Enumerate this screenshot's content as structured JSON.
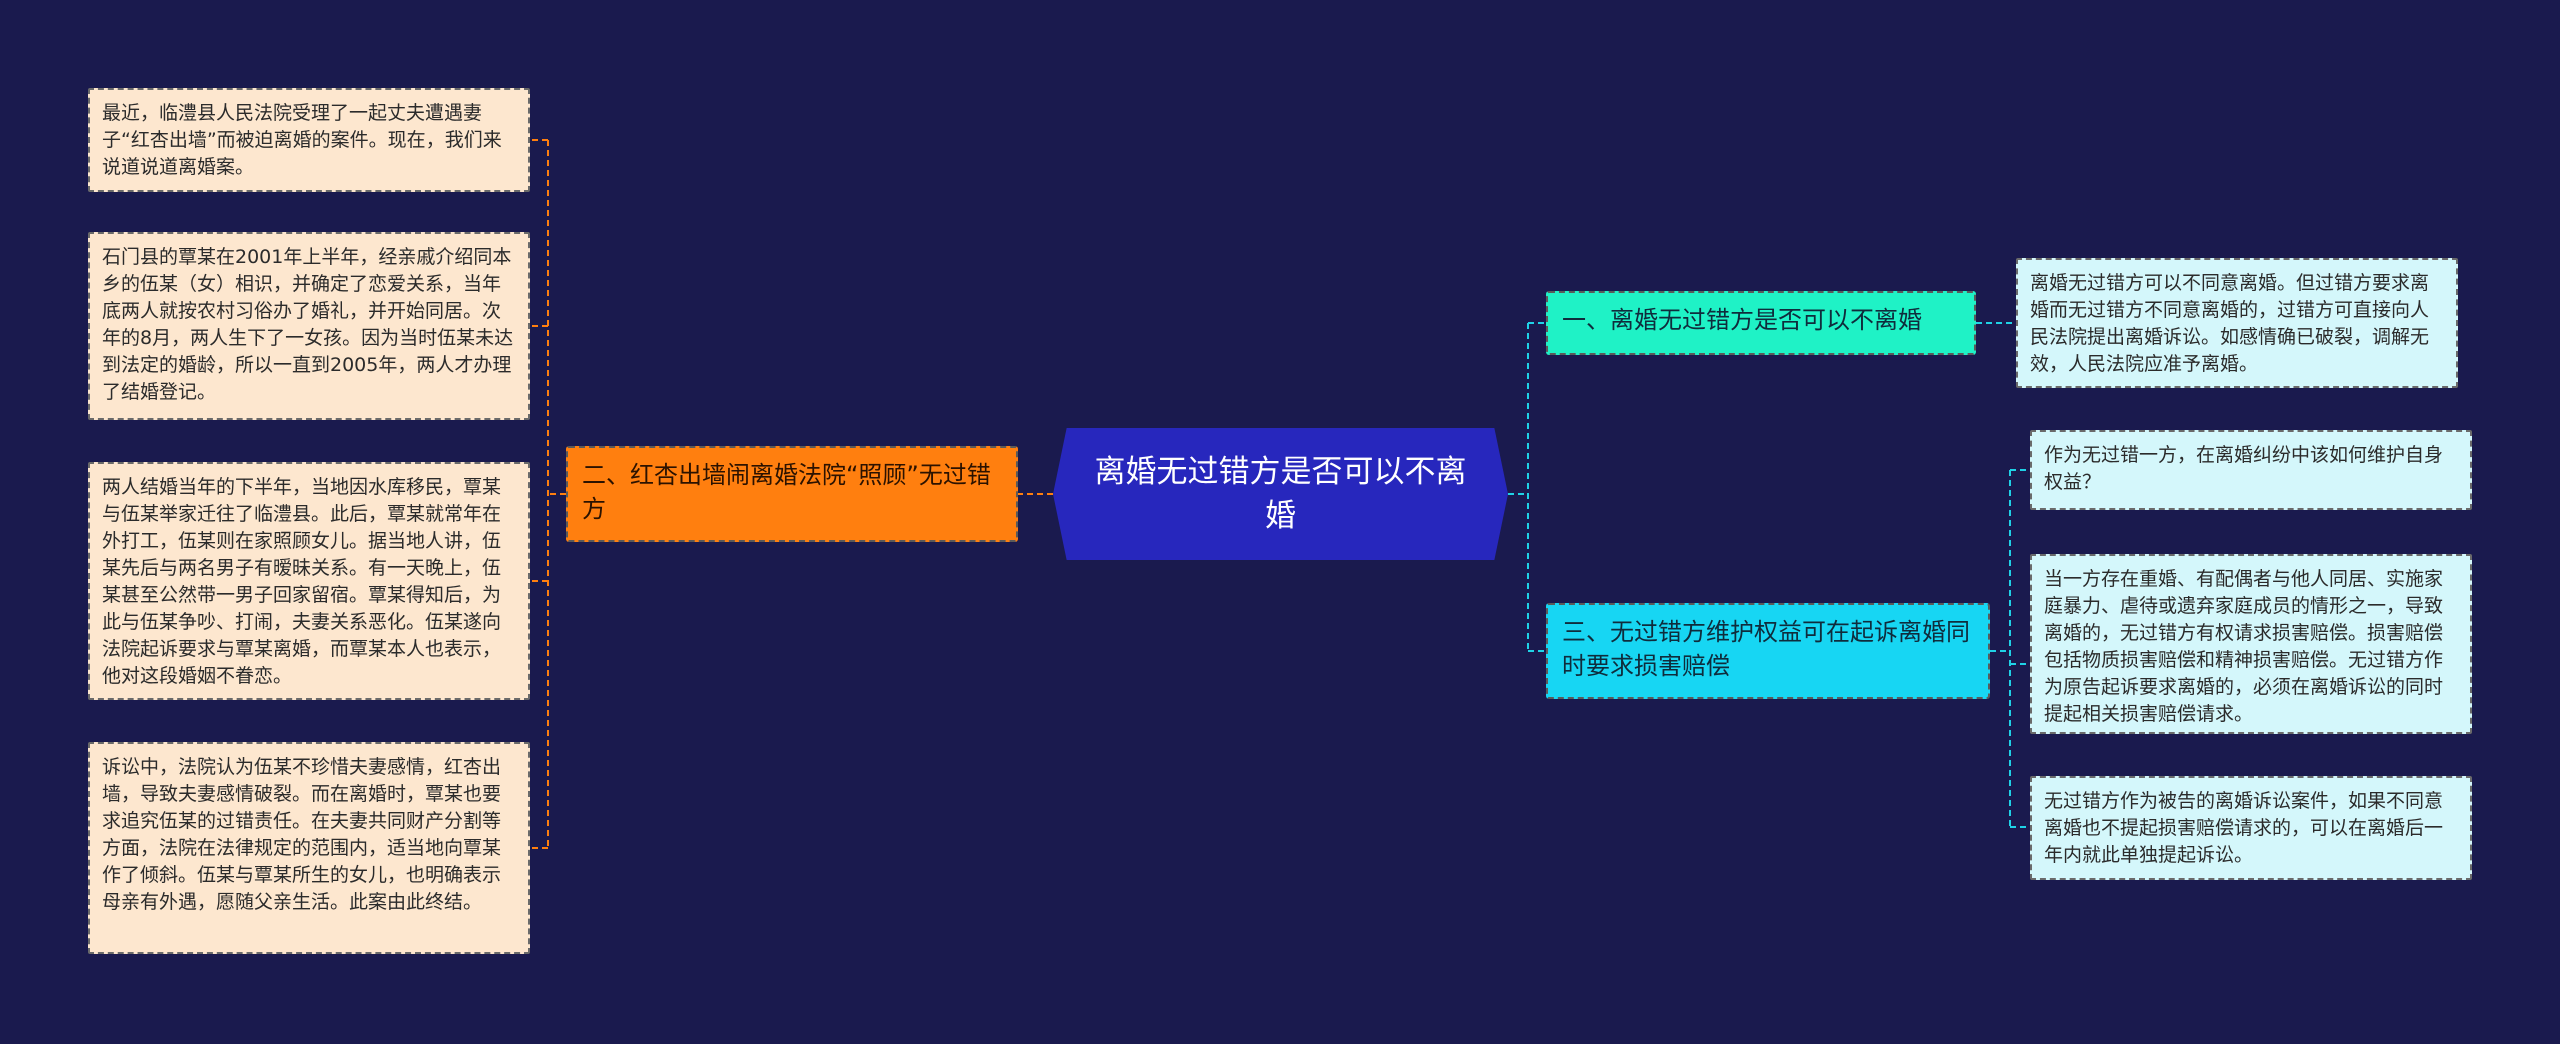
{
  "root": {
    "label": "离婚无过错方是否可以不离婚"
  },
  "left": {
    "branch": {
      "label": "二、红杏出墙闹离婚法院“照顾”无过错方"
    },
    "leaves": [
      "最近，临澧县人民法院受理了一起丈夫遭遇妻子“红杏出墙”而被迫离婚的案件。现在，我们来说道说道离婚案。",
      "石门县的覃某在2001年上半年，经亲戚介绍同本乡的伍某（女）相识，并确定了恋爱关系，当年底两人就按农村习俗办了婚礼，并开始同居。次年的8月，两人生下了一女孩。因为当时伍某未达到法定的婚龄，所以一直到2005年，两人才办理了结婚登记。",
      "两人结婚当年的下半年，当地因水库移民，覃某与伍某举家迁往了临澧县。此后，覃某就常年在外打工，伍某则在家照顾女儿。据当地人讲，伍某先后与两名男子有暧昧关系。有一天晚上，伍某甚至公然带一男子回家留宿。覃某得知后，为此与伍某争吵、打闹，夫妻关系恶化。伍某遂向法院起诉要求与覃某离婚，而覃某本人也表示，他对这段婚姻不眷恋。",
      "诉讼中，法院认为伍某不珍惜夫妻感情，红杏出墙，导致夫妻感情破裂。而在离婚时，覃某也要求追究伍某的过错责任。在夫妻共同财产分割等方面，法院在法律规定的范围内，适当地向覃某作了倾斜。伍某与覃某所生的女儿，也明确表示母亲有外遇，愿随父亲生活。此案由此终结。"
    ]
  },
  "right": {
    "branch1": {
      "label": "一、离婚无过错方是否可以不离婚",
      "leaves": [
        "离婚无过错方可以不同意离婚。但过错方要求离婚而无过错方不同意离婚的，过错方可直接向人民法院提出离婚诉讼。如感情确已破裂，调解无效，人民法院应准予离婚。"
      ]
    },
    "branch2": {
      "label": "三、无过错方维护权益可在起诉离婚同时要求损害赔偿",
      "leaves": [
        "作为无过错一方，在离婚纠纷中该如何维护自身权益？",
        "当一方存在重婚、有配偶者与他人同居、实施家庭暴力、虐待或遗弃家庭成员的情形之一，导致离婚的，无过错方有权请求损害赔偿。损害赔偿包括物质损害赔偿和精神损害赔偿。无过错方作为原告起诉要求离婚的，必须在离婚诉讼的同时提起相关损害赔偿请求。",
        "无过错方作为被告的离婚诉讼案件，如果不同意离婚也不提起损害赔偿请求的，可以在离婚后一年内就此单独提起诉讼。"
      ]
    }
  },
  "colors": {
    "background": "#1a1a4e",
    "root": "#2727bd",
    "left_branch": "#ff7f0f",
    "right_branch1": "#1ff2c6",
    "right_branch2": "#17d6f3",
    "leaf_warm": "#fde7cf",
    "leaf_cool": "#d4f7fb",
    "left_link": "#ff7f0f",
    "right_link": "#1fd2e6"
  }
}
